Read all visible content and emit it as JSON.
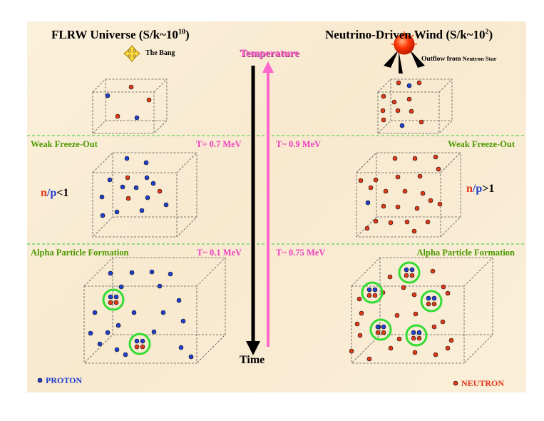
{
  "left_title": {
    "main": "FLRW Universe  (S/k~10",
    "exp": "10",
    "end": ")"
  },
  "right_title": {
    "main": "Neutrino-Driven Wind  (S/k~10",
    "exp": "2",
    "end": ")"
  },
  "bang_label": "The Bang",
  "outflow_label_a": "Outflow from",
  "outflow_label_b": " Neutron Star",
  "temperature_label": "Temperature",
  "time_label": "Time",
  "left_weak": "Weak Freeze-Out",
  "right_weak": "Weak Freeze-Out",
  "left_alpha": "Alpha Particle Formation",
  "right_alpha": "Alpha Particle Formation",
  "temps": {
    "left_weak": "T= 0.7 MeV",
    "right_weak": "T~ 0.9 MeV",
    "left_alpha": "T~ 0.1 MeV",
    "right_alpha": "T~ 0.75 MeV"
  },
  "left_ratio": {
    "n": "n",
    "slash": "/",
    "p": "p",
    "rel": "<1"
  },
  "right_ratio": {
    "n": "n",
    "slash": "/",
    "p": "p",
    "rel": ">1"
  },
  "legend": {
    "proton": "PROTON",
    "neutron": "NEUTRON"
  },
  "colors": {
    "proton": "#1f3fd0",
    "neutron": "#e03818",
    "green_text": "#4c9900",
    "pink": "#f040c0",
    "cluster_ring": "#33dd33",
    "divider": "#33cc33",
    "star": "#ff3300"
  }
}
